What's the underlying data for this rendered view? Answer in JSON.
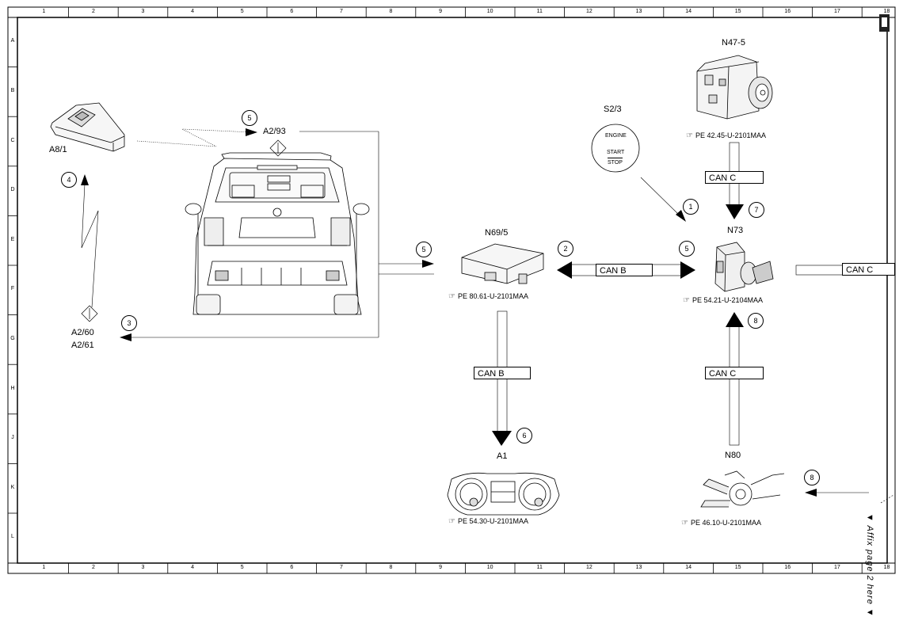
{
  "columns": [
    "1",
    "2",
    "3",
    "4",
    "5",
    "6",
    "7",
    "8",
    "9",
    "10",
    "11",
    "12",
    "13",
    "14",
    "15",
    "16",
    "17",
    "18"
  ],
  "rows": [
    "A",
    "B",
    "C",
    "D",
    "E",
    "F",
    "G",
    "H",
    "J",
    "K",
    "L"
  ],
  "components": {
    "n47": "N47-5",
    "s23": "S2/3",
    "a81": "A8/1",
    "a293": "A2/93",
    "n695": "N69/5",
    "n73": "N73",
    "a260": "A2/60",
    "a261": "A2/61",
    "a1": "A1",
    "n80": "N80"
  },
  "start_button": {
    "line1": "ENGINE",
    "line2": "START",
    "line3": "STOP"
  },
  "pe_refs": {
    "n47": "PE 42.45-U-2101MAA",
    "n695": "PE 80.61-U-2101MAA",
    "n73": "PE 54.21-U-2104MAA",
    "a1": "PE 54.30-U-2101MAA",
    "n80": "PE 46.10-U-2101MAA"
  },
  "can_labels": {
    "c_top": "CAN C",
    "b_mid": "CAN B",
    "c_right": "CAN C",
    "b_down": "CAN B",
    "c_up": "CAN C"
  },
  "callouts": {
    "one": "1",
    "two": "2",
    "three": "3",
    "four": "4",
    "five_a": "5",
    "five_b": "5",
    "five_c": "5",
    "six": "6",
    "seven": "7",
    "eight_a": "8",
    "eight_b": "8"
  },
  "affix_text": "▼ Affix page 2 here ▼"
}
